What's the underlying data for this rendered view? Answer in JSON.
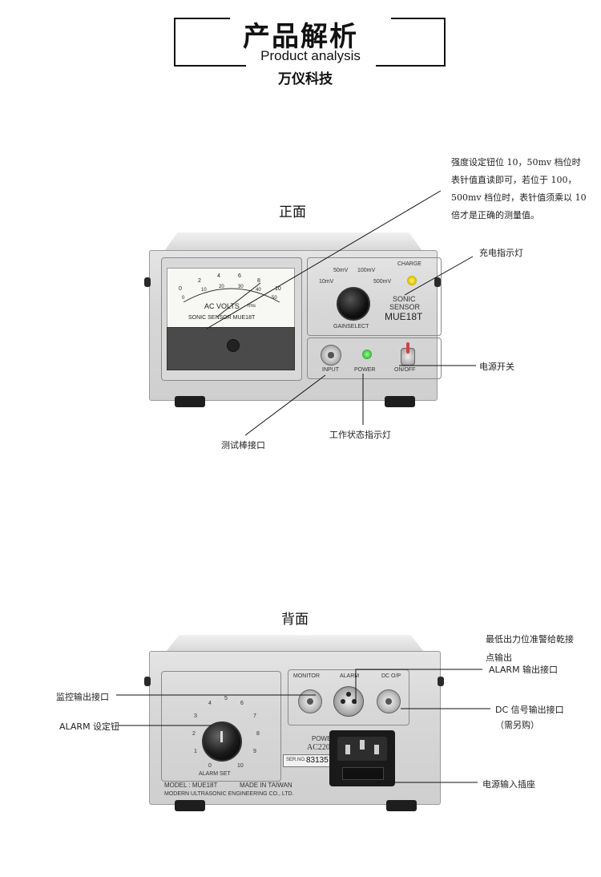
{
  "header": {
    "title": "产品解析",
    "subtitle": "Product analysis",
    "brand": "万仪科技"
  },
  "front": {
    "section_title": "正面",
    "note_lines": [
      "强度设定钮位 10，50mv 档位时",
      "表针值直读即可，若位于 100，",
      "500mv 档位时，表针值须乘以 10",
      "倍才是正确的测量值。"
    ],
    "labels": {
      "charge_light": "充电指示灯",
      "power_switch": "电源开关",
      "probe_port": "测试棒接口",
      "status_light": "工作状态指示灯"
    },
    "device": {
      "meter_scale_top": [
        "0",
        "2",
        "4",
        "6",
        "8",
        "10"
      ],
      "meter_scale_bottom": [
        "0",
        "10",
        "20",
        "30",
        "40",
        "50"
      ],
      "meter_title": "AC VOLTS",
      "meter_unit": "rms",
      "meter_sub": "SONIC SENSOR MUE18T",
      "gain_10mv": "10mV",
      "gain_50mv": "50mV",
      "gain_100mv": "100mV",
      "gain_500mv": "500mV",
      "gain_select": "GAINSELECT",
      "charge": "CHARGE",
      "sonic": "SONIC",
      "sensor": "SENSOR",
      "model": "MUE18T",
      "input": "INPUT",
      "power": "POWER",
      "onoff": "ON/OFF"
    }
  },
  "back": {
    "section_title": "背面",
    "labels": {
      "min_output_1": "最低出力位准警给乾接",
      "min_output_2": "点输出",
      "alarm_output": "ALARM 输出接口",
      "monitor_output": "监控输出接口",
      "alarm_knob": "ALARM 设定钮",
      "dc_output": "DC 信号输出接口",
      "dc_output_note": "（需另购）",
      "power_socket": "电源输入插座"
    },
    "device": {
      "dial_numbers": [
        "0",
        "1",
        "2",
        "3",
        "4",
        "5",
        "6",
        "7",
        "8",
        "9",
        "10"
      ],
      "alarm_set": "ALARM SET",
      "monitor": "MONITOR",
      "alarm": "ALARM",
      "dc_op": "DC O/P",
      "power": "POWER",
      "ac220v": "AC220V",
      "serial_label": "SER.NO.",
      "serial_no": "83135",
      "model_line": "MODEL : MUE18T",
      "made_in": "MADE IN TAIWAN",
      "company": "MODERN ULTRASONIC  ENGINEERING CO., LTD."
    }
  },
  "colors": {
    "case": "#d7d7d7",
    "led_green": "#3ec23e",
    "led_yellow": "#e0c000"
  }
}
